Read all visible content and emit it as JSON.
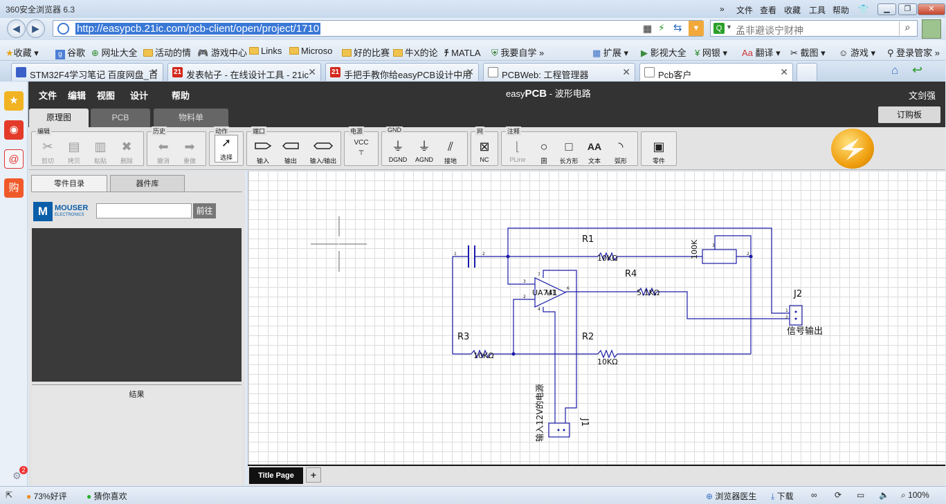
{
  "browser": {
    "title": "360安全浏览器 6.3",
    "menu": [
      "文件",
      "查看",
      "收藏",
      "工具",
      "帮助"
    ],
    "url": "http://easypcb.21ic.com/pcb-client/open/project/1710",
    "search_placeholder": "孟非避谈宁财神",
    "bookmarks": [
      {
        "label": "收藏",
        "icon": "star-icon"
      },
      {
        "label": "谷歌",
        "icon": "google-icon"
      },
      {
        "label": "网址大全",
        "icon": "globe-icon"
      },
      {
        "label": "活动的情",
        "icon": "folder-icon"
      },
      {
        "label": "游戏中心",
        "icon": "gamepad-icon"
      },
      {
        "label": "Links",
        "icon": "folder-icon"
      },
      {
        "label": "Microso",
        "icon": "folder-icon"
      },
      {
        "label": "好的比赛",
        "icon": "folder-icon"
      },
      {
        "label": "牛X的论",
        "icon": "folder-icon"
      },
      {
        "label": "MATLA",
        "icon": "matlab-icon"
      },
      {
        "label": "我要自学",
        "icon": "shield-icon"
      }
    ],
    "extras": [
      "扩展",
      "影视大全",
      "网银",
      "翻译",
      "截图",
      "游戏",
      "登录管家"
    ],
    "tabs": [
      {
        "label": "STM32F4学习笔记 百度网盘_百",
        "active": false
      },
      {
        "label": "发表帖子 - 在线设计工具 - 21ic",
        "active": false
      },
      {
        "label": "手把手教你给easyPCB设计中用",
        "active": false
      },
      {
        "label": "PCBWeb: 工程管理器",
        "active": false
      },
      {
        "label": "Pcb客户",
        "active": true
      }
    ],
    "status": {
      "rating": "73%好评",
      "guess": "猜你喜欢",
      "doctor": "浏览器医生",
      "download": "下载",
      "zoom": "100%",
      "badge": "2"
    }
  },
  "app": {
    "menu": [
      "文件",
      "编辑",
      "视图",
      "设计",
      "帮助"
    ],
    "brand": "easy",
    "brand_bold": "PCB",
    "title_suffix": " - 波形电路",
    "user": "文剑强",
    "tabs": [
      "原理图",
      "PCB",
      "物料单"
    ],
    "order_button": "订购板",
    "toolbar": {
      "groups": [
        {
          "label": "编辑",
          "tools": [
            "剪切",
            "拷贝",
            "粘贴",
            "删除"
          ]
        },
        {
          "label": "历史",
          "tools": [
            "撤消",
            "重做"
          ]
        },
        {
          "label": "动作",
          "tools": [
            "选择"
          ]
        },
        {
          "label": "端口",
          "tools": [
            "输入",
            "输出",
            "输入/输出"
          ]
        },
        {
          "label": "电源",
          "tools": [
            "VCC"
          ]
        },
        {
          "label": "GND",
          "tools": [
            "DGND",
            "AGND",
            "接地"
          ]
        },
        {
          "label": "网",
          "tools": [
            "NC"
          ]
        },
        {
          "label": "注释",
          "tools": [
            "PLine",
            "圆",
            "长方形",
            "文本",
            "弧形"
          ]
        },
        {
          "label": "",
          "tools": [
            "零件"
          ]
        }
      ],
      "vcc_glyph": "VCC"
    },
    "left_panel": {
      "tabs": [
        "零件目录",
        "器件库"
      ],
      "logo_line1": "MOUSER",
      "logo_line2": "ELECTRONICS",
      "go_button": "前往",
      "result_label": "结果"
    },
    "schematic": {
      "labels": {
        "r1": "R1",
        "r1_val": "10KΩ",
        "r2": "R2",
        "r2_val": "10KΩ",
        "r3": "R3",
        "r3_val": "10KΩ",
        "r4": "R4",
        "r4_val": "5.1KΩ",
        "pot_val": "100K",
        "u1": "UA741",
        "u1b": "U1",
        "j1": "J1",
        "j1_desc": "输入12V的电源",
        "j2": "J2",
        "j2_desc": "信号输出"
      }
    },
    "page_tab": "Title Page",
    "add_page": "+"
  }
}
